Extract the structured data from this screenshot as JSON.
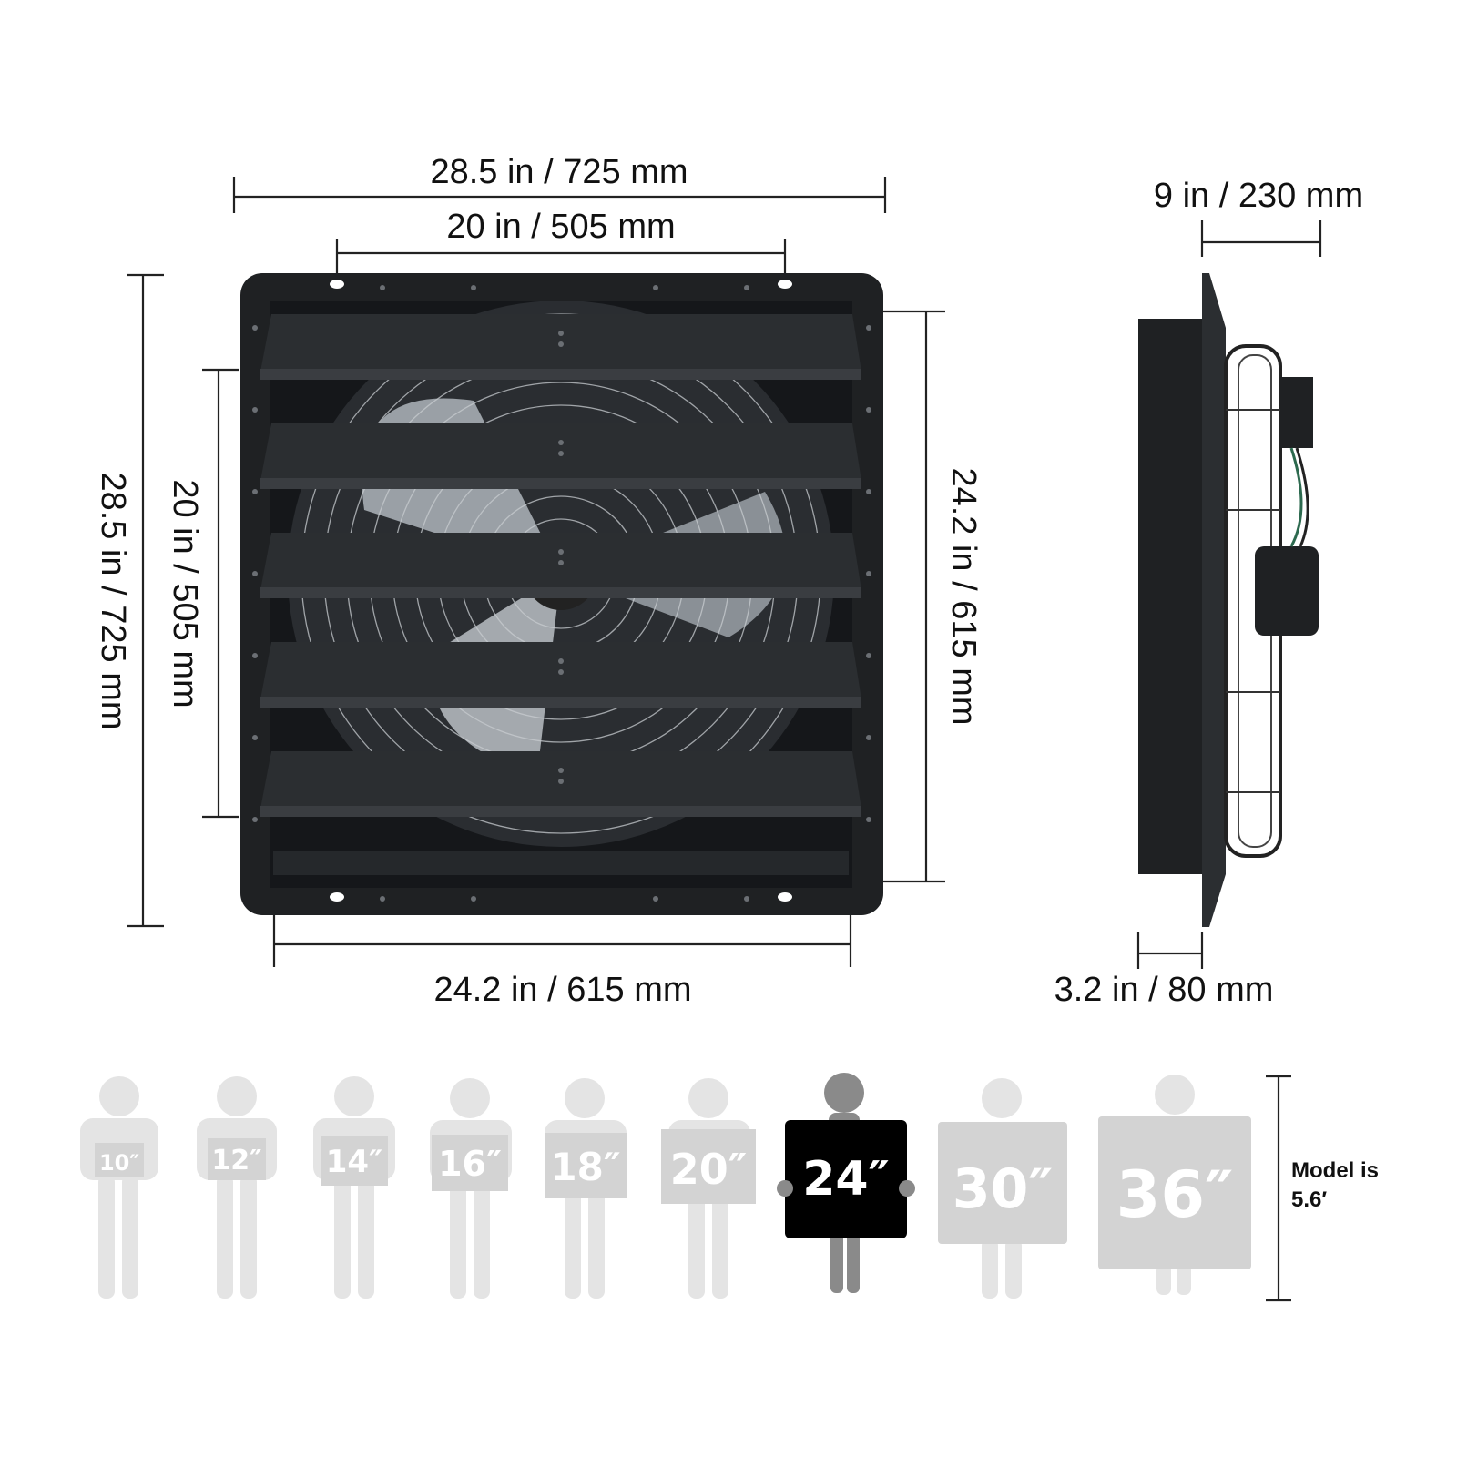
{
  "dimensions": {
    "front_width_overall": "28.5 in / 725 mm",
    "front_width_holes": "20 in / 505 mm",
    "front_width_body": "24.2 in / 615 mm",
    "front_height_overall": "28.5 in / 725 mm",
    "front_height_holes": "20 in / 505 mm",
    "front_height_body": "24.2 in / 615 mm",
    "side_depth_total": "9 in / 230 mm",
    "side_depth_shutter": "3.2 in / 80 mm"
  },
  "size_comparison": {
    "sizes": [
      "10″",
      "12″",
      "14″",
      "16″",
      "18″",
      "20″",
      "24″",
      "30″",
      "36″"
    ],
    "highlighted": "24″",
    "reference_note_line1": "Model is",
    "reference_note_line2": "5.6′"
  },
  "colors": {
    "fan_body": "#1f2123",
    "highlight_board": "#000000",
    "highlight_figure": "#8a8a8a",
    "faded_figure": "#e4e4e4",
    "faded_board": "#cfcfcf",
    "dimension_line": "#222222"
  }
}
